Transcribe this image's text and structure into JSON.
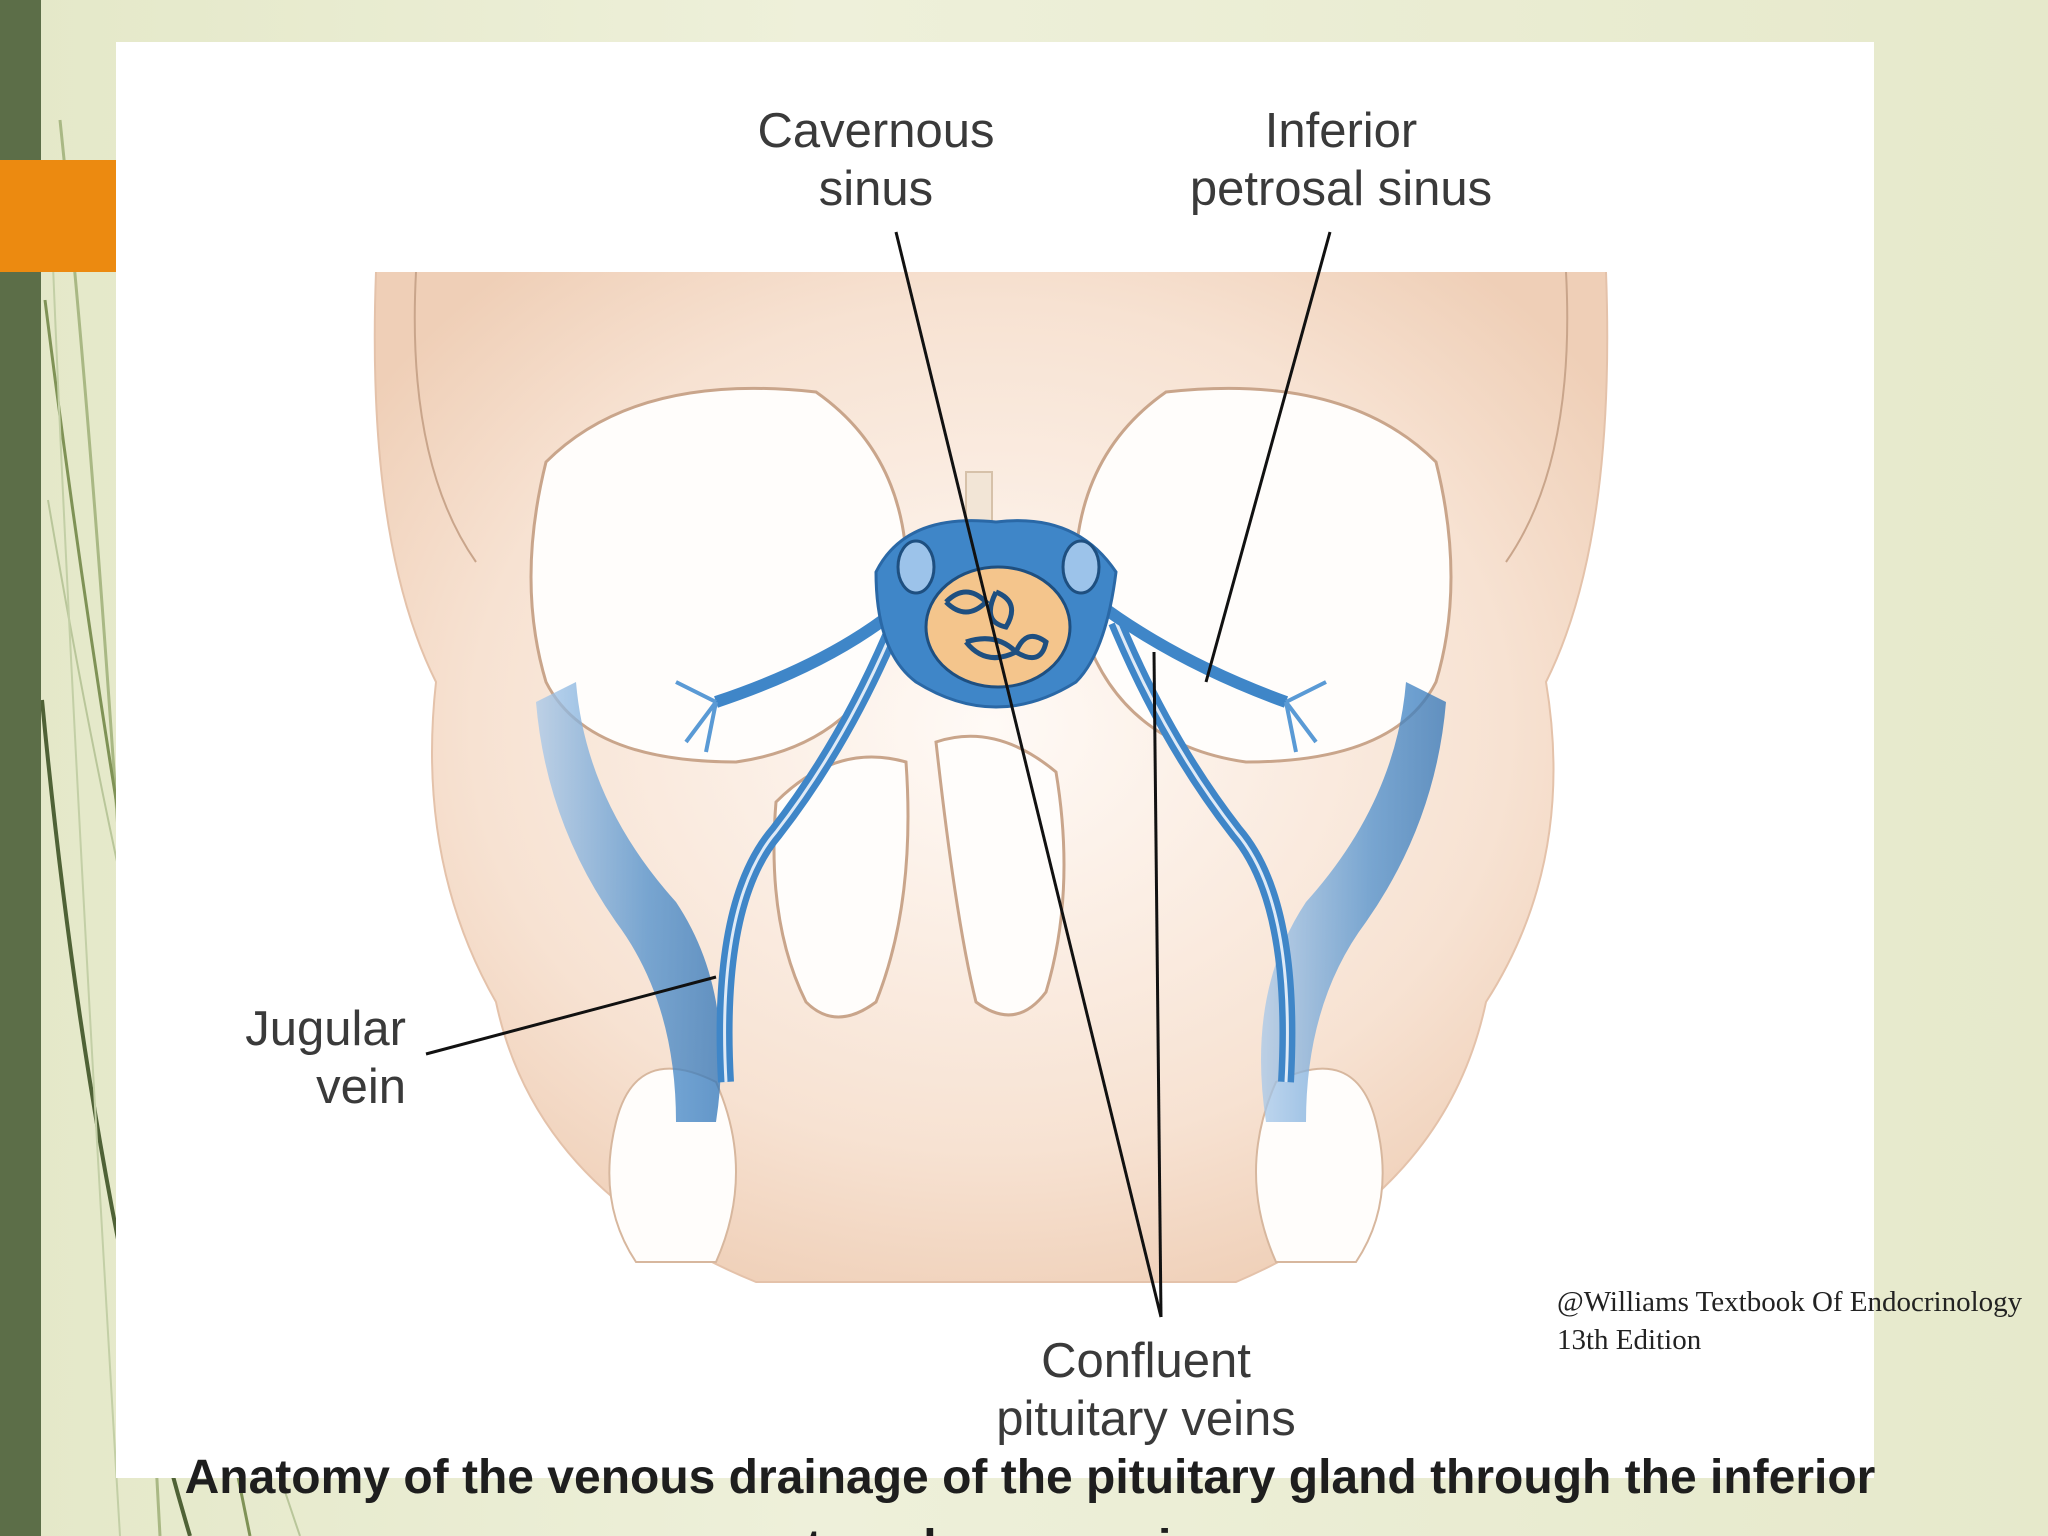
{
  "figure": {
    "labels": {
      "cavernous_sinus": "Cavernous\nsinus",
      "inferior_petrosal_sinus": "Inferior\npetrosal sinus",
      "jugular_vein": "Jugular\nvein",
      "confluent_pituitary_veins": "Confluent\npituitary veins"
    },
    "credit": "@Williams Textbook Of Endocrinology\n13th Edition"
  },
  "caption": "Anatomy of the venous drainage of the pituitary gland through the inferior petrosal venous sinuses",
  "colors": {
    "sidebar": "#5c6e48",
    "accent": "#ec8a10",
    "vein_blue": "#3f86c8",
    "tissue": "#f3d9c4"
  }
}
